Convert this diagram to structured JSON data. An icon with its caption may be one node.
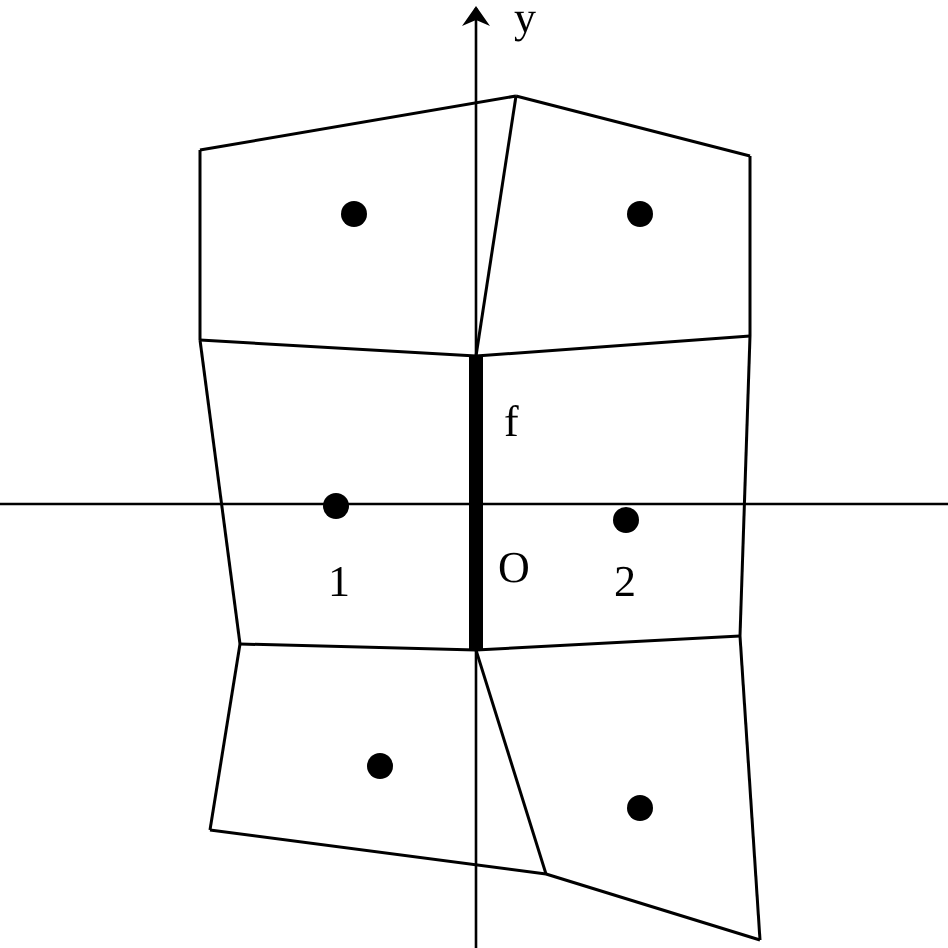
{
  "diagram": {
    "labels": [
      "y",
      "f",
      "1",
      "O",
      "2"
    ]
  }
}
